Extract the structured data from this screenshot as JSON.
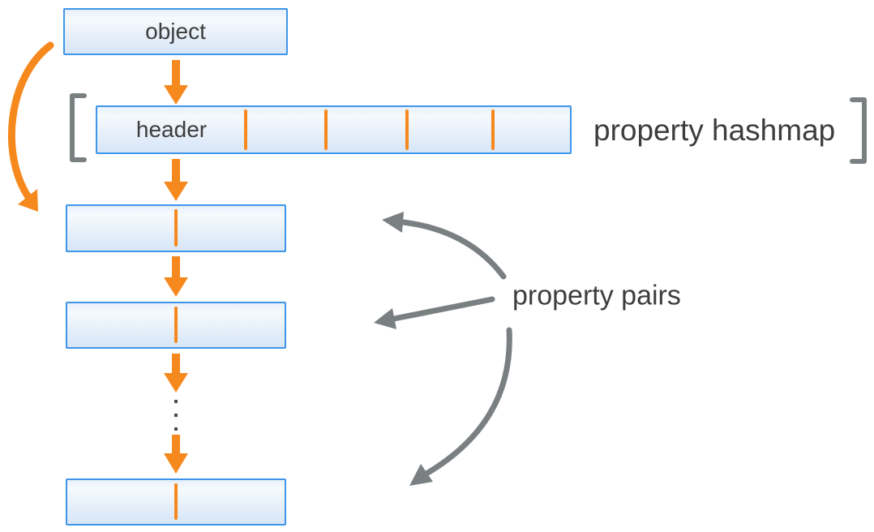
{
  "diagram": {
    "object_box": {
      "label": "object"
    },
    "hashmap_box": {
      "header_label": "header",
      "slot_count": 4,
      "caption": "property hashmap"
    },
    "pair_boxes": {
      "count": 3,
      "caption": "property pairs"
    },
    "ellipsis_dot_count": 3
  },
  "colors": {
    "accent_orange": "#F6891D",
    "box_border_blue": "#3E96E9",
    "box_fill_light": "#F6FAFE",
    "box_fill_blue": "#D7E6F8",
    "annotation_gray": "#7A7F82",
    "text_dark": "#3D3D3D",
    "background": "#FFFFFF"
  }
}
